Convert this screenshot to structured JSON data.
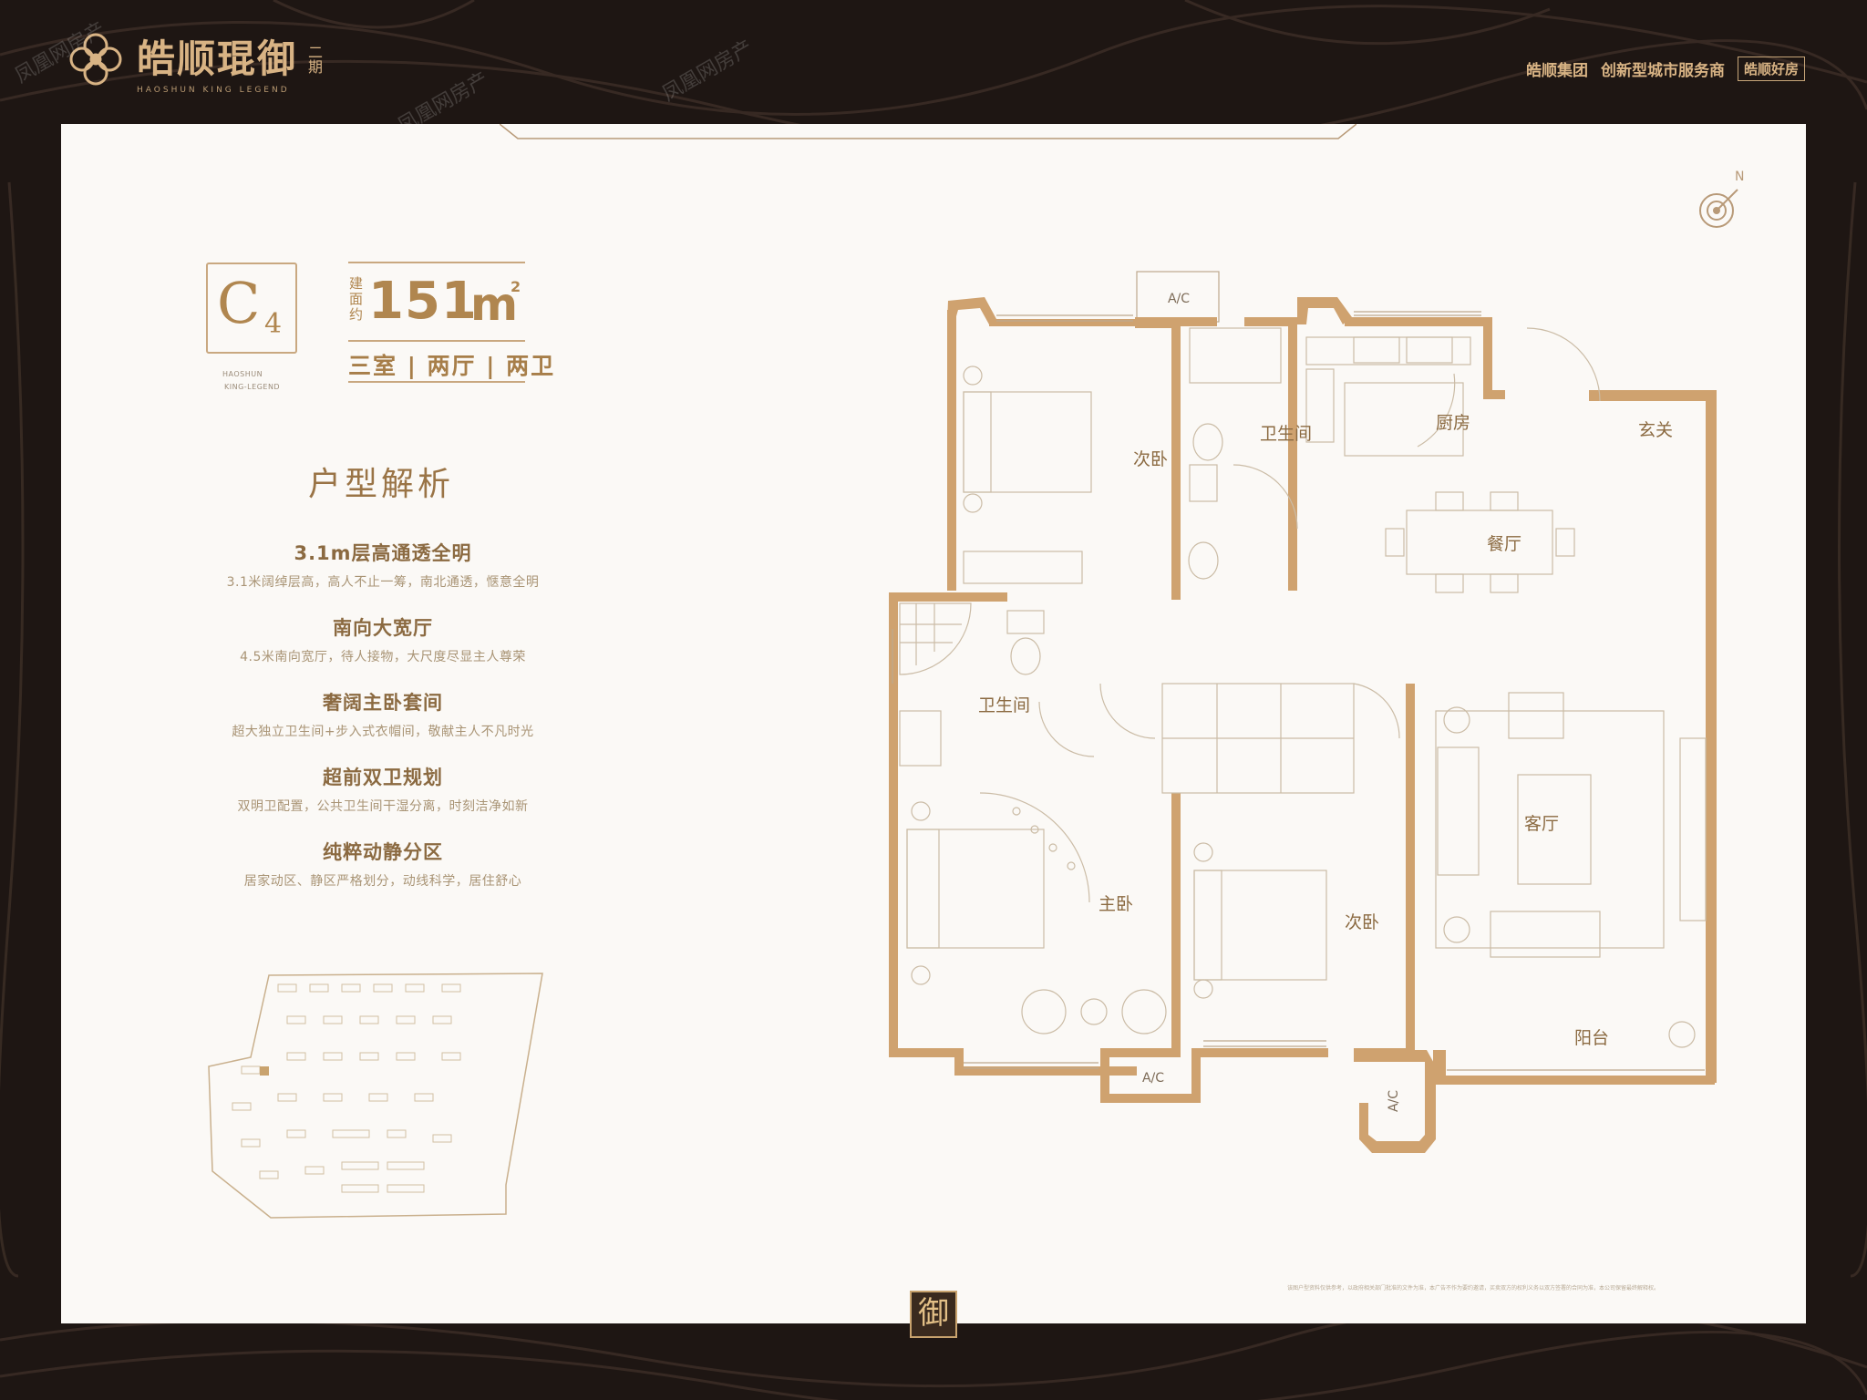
{
  "brand": {
    "name": "皓顺琨御",
    "phase": "二期",
    "subtitle": "HAOSHUN KING LEGEND"
  },
  "partners": [
    "皓顺集团",
    "创新型城市服务商",
    "皓顺好房"
  ],
  "watermark": "凤凰网房产",
  "unit": {
    "code_letter": "C",
    "code_number": "4",
    "name_en_line1": "HAOSHUN",
    "name_en_line2": "KING-LEGEND",
    "area_prefix": "建面约",
    "area_value": "151",
    "area_unit": "m",
    "area_sup": "2",
    "layout": "三室 | 两厅 | 两卫"
  },
  "analysis": {
    "title": "户型解析",
    "features": [
      {
        "title": "3.1m层高通透全明",
        "desc": "3.1米阔绰层高，高人不止一筹，南北通透，惬意全明"
      },
      {
        "title": "南向大宽厅",
        "desc": "4.5米南向宽厅，待人接物，大尺度尽显主人尊荣"
      },
      {
        "title": "奢阔主卧套间",
        "desc": "超大独立卫生间+步入式衣帽间，敬献主人不凡时光"
      },
      {
        "title": "超前双卫规划",
        "desc": "双明卫配置，公共卫生间干湿分离，时刻洁净如新"
      },
      {
        "title": "纯粹动静分区",
        "desc": "居家动区、静区严格划分，动线科学，居住舒心"
      }
    ]
  },
  "floorplan": {
    "rooms": {
      "bedroom_nw": "次卧",
      "bath_north": "卫生间",
      "kitchen": "厨房",
      "foyer": "玄关",
      "dining": "餐厅",
      "bath_master": "卫生间",
      "living": "客厅",
      "master": "主卧",
      "bedroom_s": "次卧",
      "balcony": "阳台"
    },
    "ac_top": "A/C",
    "ac_bottom": "A/C",
    "ac_right": "A/C"
  },
  "compass_label": "N",
  "seal_char": "御",
  "disclaimer": "该图户型资料仅供参考，以政府相关部门批准的文件为准，本广告不作为要约邀请，买卖双方的权利义务以双方签署的合同为准，本公司保留最终解释权。",
  "colors": {
    "background": "#1e1613",
    "card": "#fbf9f6",
    "gold": "#b0864f",
    "wall": "#cfa26f"
  }
}
